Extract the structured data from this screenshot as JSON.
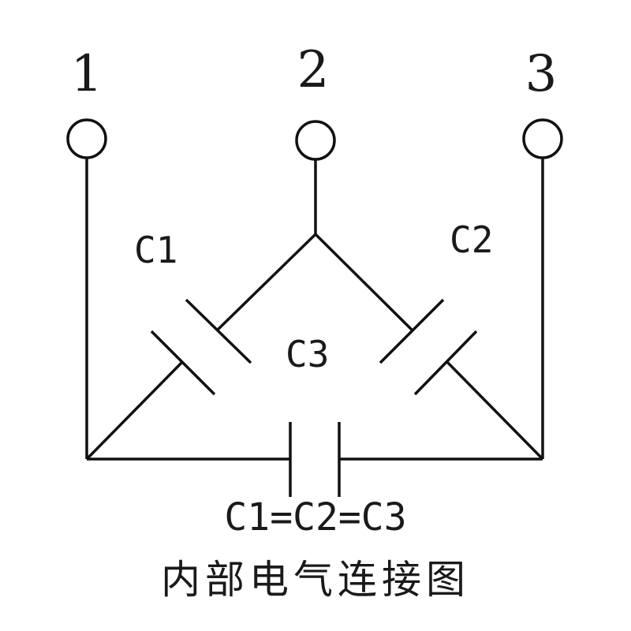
{
  "terminals": {
    "t1": "1",
    "t2": "2",
    "t3": "3"
  },
  "capacitors": {
    "c1": "C1",
    "c2": "C2",
    "c3": "C3"
  },
  "equation": "C1=C2=C3",
  "caption": "内部电气连接图",
  "colors": {
    "line": "#111111",
    "background": "#ffffff"
  }
}
